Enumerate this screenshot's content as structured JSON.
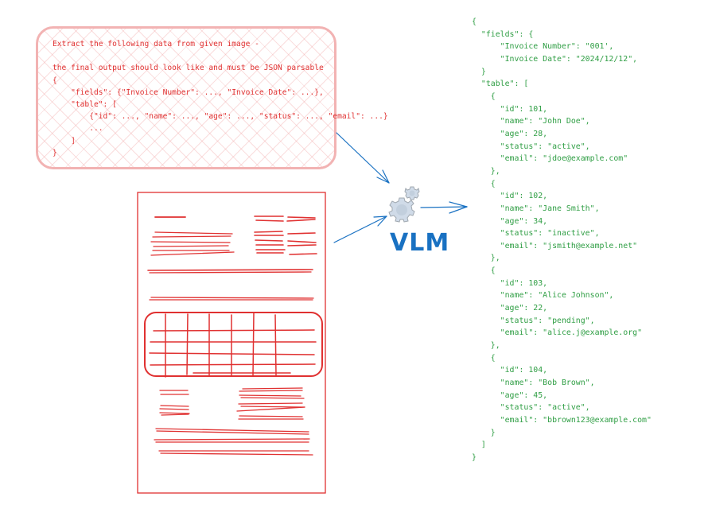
{
  "prompt": {
    "lines": [
      "Extract the following data from given image -",
      "",
      "the final output should look like and must be JSON parsable",
      "{",
      "    \"fields\": {\"Invoice Number\": ..., \"Invoice Date\": ...},",
      "    \"table\": [",
      "        {\"id\": ..., \"name\": ..., \"age\": ..., \"status\": ..., \"email\": ...}",
      "        ...",
      "    ]",
      "}"
    ],
    "color": "#e03131",
    "border_color": "#f2b3b3"
  },
  "model": {
    "label": "VLM",
    "icon": "gears-icon",
    "color": "#1971c2"
  },
  "document_sketch": {
    "icon": "invoice-document-sketch",
    "color": "#e03131"
  },
  "output": {
    "color": "#2f9e44",
    "fields": {
      "Invoice Number": "001",
      "Invoice Date": "2024/12/12"
    },
    "table": [
      {
        "id": 101,
        "name": "John Doe",
        "age": 28,
        "status": "active",
        "email": "jdoe@example.com"
      },
      {
        "id": 102,
        "name": "Jane Smith",
        "age": 34,
        "status": "inactive",
        "email": "jsmith@example.net"
      },
      {
        "id": 103,
        "name": "Alice Johnson",
        "age": 22,
        "status": "pending",
        "email": "alice.j@example.org"
      },
      {
        "id": 104,
        "name": "Bob Brown",
        "age": 45,
        "status": "active",
        "email": "bbrown123@example.com"
      }
    ],
    "lines": [
      "{",
      "  \"fields\": {",
      "      \"Invoice Number\": \"001',",
      "      \"Invoice Date\": \"2024/12/12\",",
      "  }",
      "  \"table\": [",
      "    {",
      "      \"id\": 101,",
      "      \"name\": \"John Doe\",",
      "      \"age\": 28,",
      "      \"status\": \"active\",",
      "      \"email\": \"jdoe@example.com\"",
      "    },",
      "    {",
      "      \"id\": 102,",
      "      \"name\": \"Jane Smith\",",
      "      \"age\": 34,",
      "      \"status\": \"inactive\",",
      "      \"email\": \"jsmith@example.net\"",
      "    },",
      "    {",
      "      \"id\": 103,",
      "      \"name\": \"Alice Johnson\",",
      "      \"age\": 22,",
      "      \"status\": \"pending\",",
      "      \"email\": \"alice.j@example.org\"",
      "    },",
      "    {",
      "      \"id\": 104,",
      "      \"name\": \"Bob Brown\",",
      "      \"age\": 45,",
      "      \"status\": \"active\",",
      "      \"email\": \"bbrown123@example.com\"",
      "    }",
      "  ]",
      "}"
    ]
  },
  "arrows": {
    "color": "#1971c2"
  }
}
